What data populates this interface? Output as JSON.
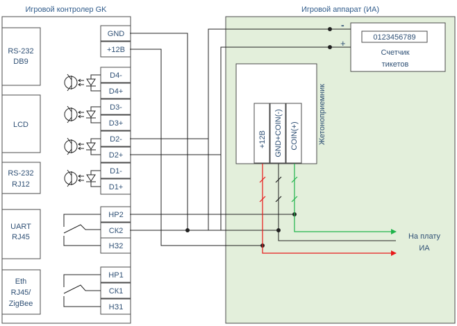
{
  "controller": {
    "title": "Игровой контролер GK",
    "modules": [
      {
        "id": "rs232-db9",
        "lines": [
          "RS-232",
          "DB9"
        ]
      },
      {
        "id": "lcd",
        "lines": [
          "LCD"
        ]
      },
      {
        "id": "rs232-rj12",
        "lines": [
          "RS-232",
          "RJ12"
        ]
      },
      {
        "id": "uart-rj45",
        "lines": [
          "UART",
          "RJ45"
        ]
      },
      {
        "id": "eth",
        "lines": [
          "Eth",
          "RJ45/",
          "ZigBee"
        ]
      }
    ],
    "pins": [
      "GND",
      "+12В",
      "D4-",
      "D4+",
      "D3-",
      "D3+",
      "D2-",
      "D2+",
      "D1-",
      "D1+",
      "НР2",
      "СК2",
      "НЗ2",
      "НР1",
      "СК1",
      "НЗ1"
    ]
  },
  "machine": {
    "title": "Игровой аппарат (ИА)",
    "counter": {
      "display": "0123456789",
      "label_lines": [
        "Счетчик",
        "тикетов"
      ],
      "minus": "-",
      "plus": "+"
    },
    "acceptor": {
      "title": "Жетоноприемник",
      "pins": [
        "+12В",
        "GND+COIN(-)",
        "COIN(+)"
      ]
    },
    "board_label_lines": [
      "На плату",
      "ИА"
    ]
  },
  "colors": {
    "machine_bg": "#e3efdb",
    "text": "#2e4f74",
    "wire": "#202020",
    "red_wire": "#e8191a",
    "green_wire": "#1fb34a"
  }
}
